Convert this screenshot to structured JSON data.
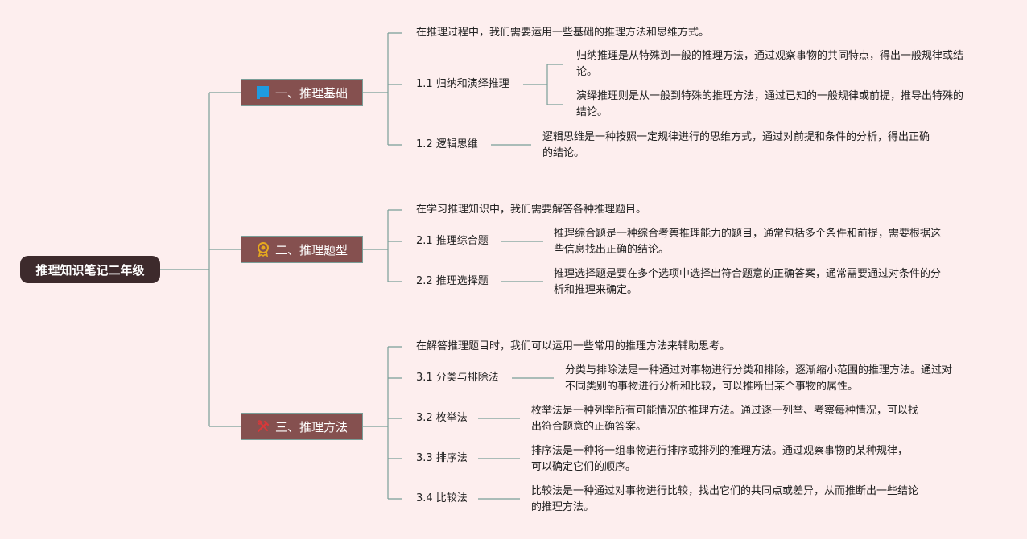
{
  "root": {
    "title": "推理知识笔记二年级"
  },
  "branches": [
    {
      "label": "一、推理基础",
      "icon": "blue-flag-icon",
      "intro": "在推理过程中，我们需要运用一些基础的推理方法和思维方式。",
      "items": [
        {
          "label": "1.1 归纳和演绎推理",
          "details": [
            "归纳推理是从特殊到一般的推理方法，通过观察事物的共同特点，得出一般规律或结论。",
            "演绎推理则是从一般到特殊的推理方法，通过已知的一般规律或前提，推导出特殊的结论。"
          ]
        },
        {
          "label": "1.2 逻辑思维",
          "details": [
            "逻辑思维是一种按照一定规律进行的思维方式，通过对前提和条件的分析，得出正确的结论。"
          ]
        }
      ]
    },
    {
      "label": "二、推理题型",
      "icon": "medal-icon",
      "intro": "在学习推理知识中，我们需要解答各种推理题目。",
      "items": [
        {
          "label": "2.1 推理综合题",
          "details": [
            "推理综合题是一种综合考察推理能力的题目，通常包括多个条件和前提，需要根据这些信息找出正确的结论。"
          ]
        },
        {
          "label": "2.2 推理选择题",
          "details": [
            "推理选择题是要在多个选项中选择出符合题意的正确答案，通常需要通过对条件的分析和推理来确定。"
          ]
        }
      ]
    },
    {
      "label": "三、推理方法",
      "icon": "tools-icon",
      "intro": "在解答推理题目时，我们可以运用一些常用的推理方法来辅助思考。",
      "items": [
        {
          "label": "3.1 分类与排除法",
          "details": [
            "分类与排除法是一种通过对事物进行分类和排除，逐渐缩小范围的推理方法。通过对不同类别的事物进行分析和比较，可以推断出某个事物的属性。"
          ]
        },
        {
          "label": "3.2 枚举法",
          "details": [
            "枚举法是一种列举所有可能情况的推理方法。通过逐一列举、考察每种情况，可以找出符合题意的正确答案。"
          ]
        },
        {
          "label": "3.3 排序法",
          "details": [
            "排序法是一种将一组事物进行排序或排列的推理方法。通过观察事物的某种规律，可以确定它们的顺序。"
          ]
        },
        {
          "label": "3.4 比较法",
          "details": [
            "比较法是一种通过对事物进行比较，找出它们的共同点或差异，从而推断出一些结论的推理方法。"
          ]
        }
      ]
    }
  ],
  "colors": {
    "background": "#fdeeee",
    "root": "#3d2a2c",
    "branch": "#85504f",
    "line": "#7a9e98"
  }
}
